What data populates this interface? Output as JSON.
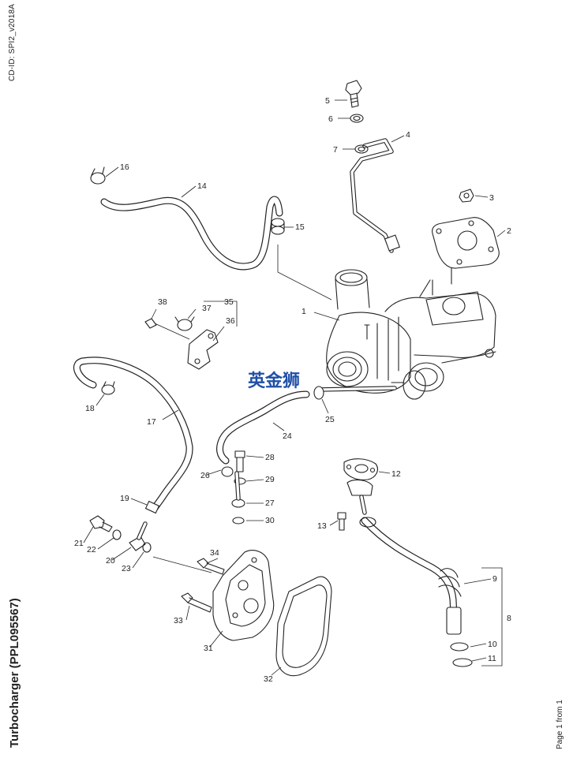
{
  "document": {
    "cd_id": "CD-ID: SPI2_v2018A",
    "title": "Turbocharger (PPL095567)",
    "page": "Page 1 from 1",
    "watermark": "英金狮"
  },
  "callouts": [
    "1",
    "2",
    "3",
    "4",
    "5",
    "6",
    "7",
    "8",
    "9",
    "10",
    "11",
    "12",
    "13",
    "14",
    "15",
    "16",
    "17",
    "18",
    "19",
    "20",
    "21",
    "22",
    "23",
    "24",
    "25",
    "26",
    "27",
    "28",
    "29",
    "30",
    "31",
    "32",
    "33",
    "34",
    "35",
    "36",
    "37",
    "38"
  ],
  "colors": {
    "line": "#222222",
    "watermark": "#1f4fa8",
    "background": "#ffffff"
  }
}
